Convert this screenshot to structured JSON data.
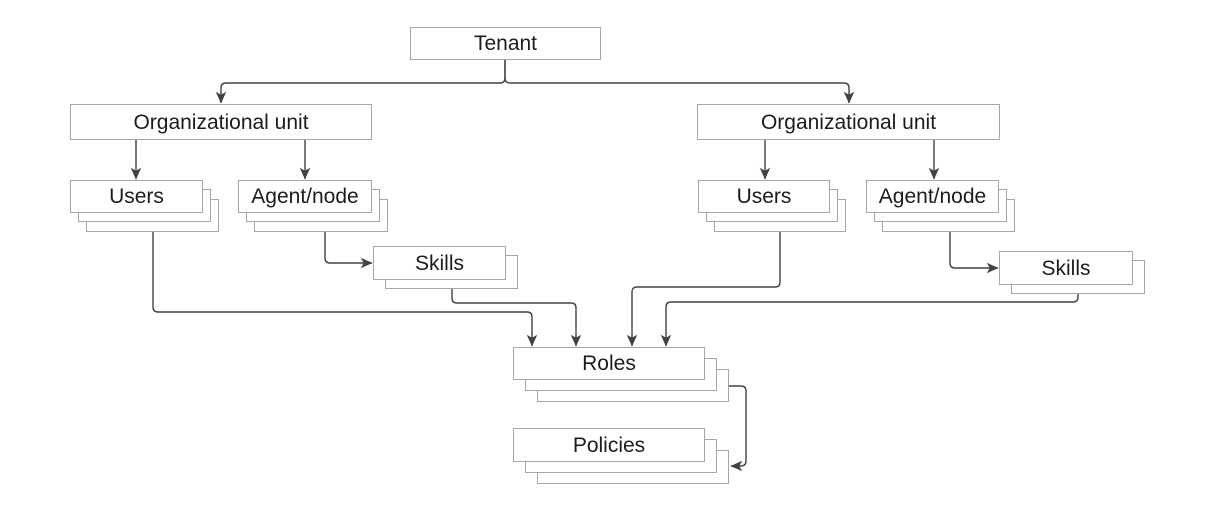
{
  "diagram": {
    "background": "#ffffff",
    "colors": {
      "box_border": "#a6a6a6",
      "box_fill": "#ffffff",
      "connector": "#424242",
      "text": "#1c1c1c"
    },
    "nodes": {
      "tenant": {
        "label": "Tenant",
        "stacked": false
      },
      "ou_left": {
        "label": "Organizational unit",
        "stacked": false
      },
      "ou_right": {
        "label": "Organizational unit",
        "stacked": false
      },
      "users_left": {
        "label": "Users",
        "stacked": true
      },
      "agent_node_left": {
        "label": "Agent/node",
        "stacked": true
      },
      "skills_left": {
        "label": "Skills",
        "stacked": true
      },
      "users_right": {
        "label": "Users",
        "stacked": true
      },
      "agent_node_right": {
        "label": "Agent/node",
        "stacked": true
      },
      "skills_right": {
        "label": "Skills",
        "stacked": true
      },
      "roles": {
        "label": "Roles",
        "stacked": true
      },
      "policies": {
        "label": "Policies",
        "stacked": true
      }
    },
    "edges": [
      {
        "from": "Tenant",
        "to": "Organizational unit (left)"
      },
      {
        "from": "Tenant",
        "to": "Organizational unit (right)"
      },
      {
        "from": "Organizational unit (left)",
        "to": "Users (left)"
      },
      {
        "from": "Organizational unit (left)",
        "to": "Agent/node (left)"
      },
      {
        "from": "Agent/node (left)",
        "to": "Skills (left)"
      },
      {
        "from": "Users (left)",
        "to": "Roles"
      },
      {
        "from": "Skills (left)",
        "to": "Roles"
      },
      {
        "from": "Organizational unit (right)",
        "to": "Users (right)"
      },
      {
        "from": "Organizational unit (right)",
        "to": "Agent/node (right)"
      },
      {
        "from": "Agent/node (right)",
        "to": "Skills (right)"
      },
      {
        "from": "Users (right)",
        "to": "Roles"
      },
      {
        "from": "Skills (right)",
        "to": "Roles"
      },
      {
        "from": "Roles",
        "to": "Policies"
      }
    ]
  }
}
